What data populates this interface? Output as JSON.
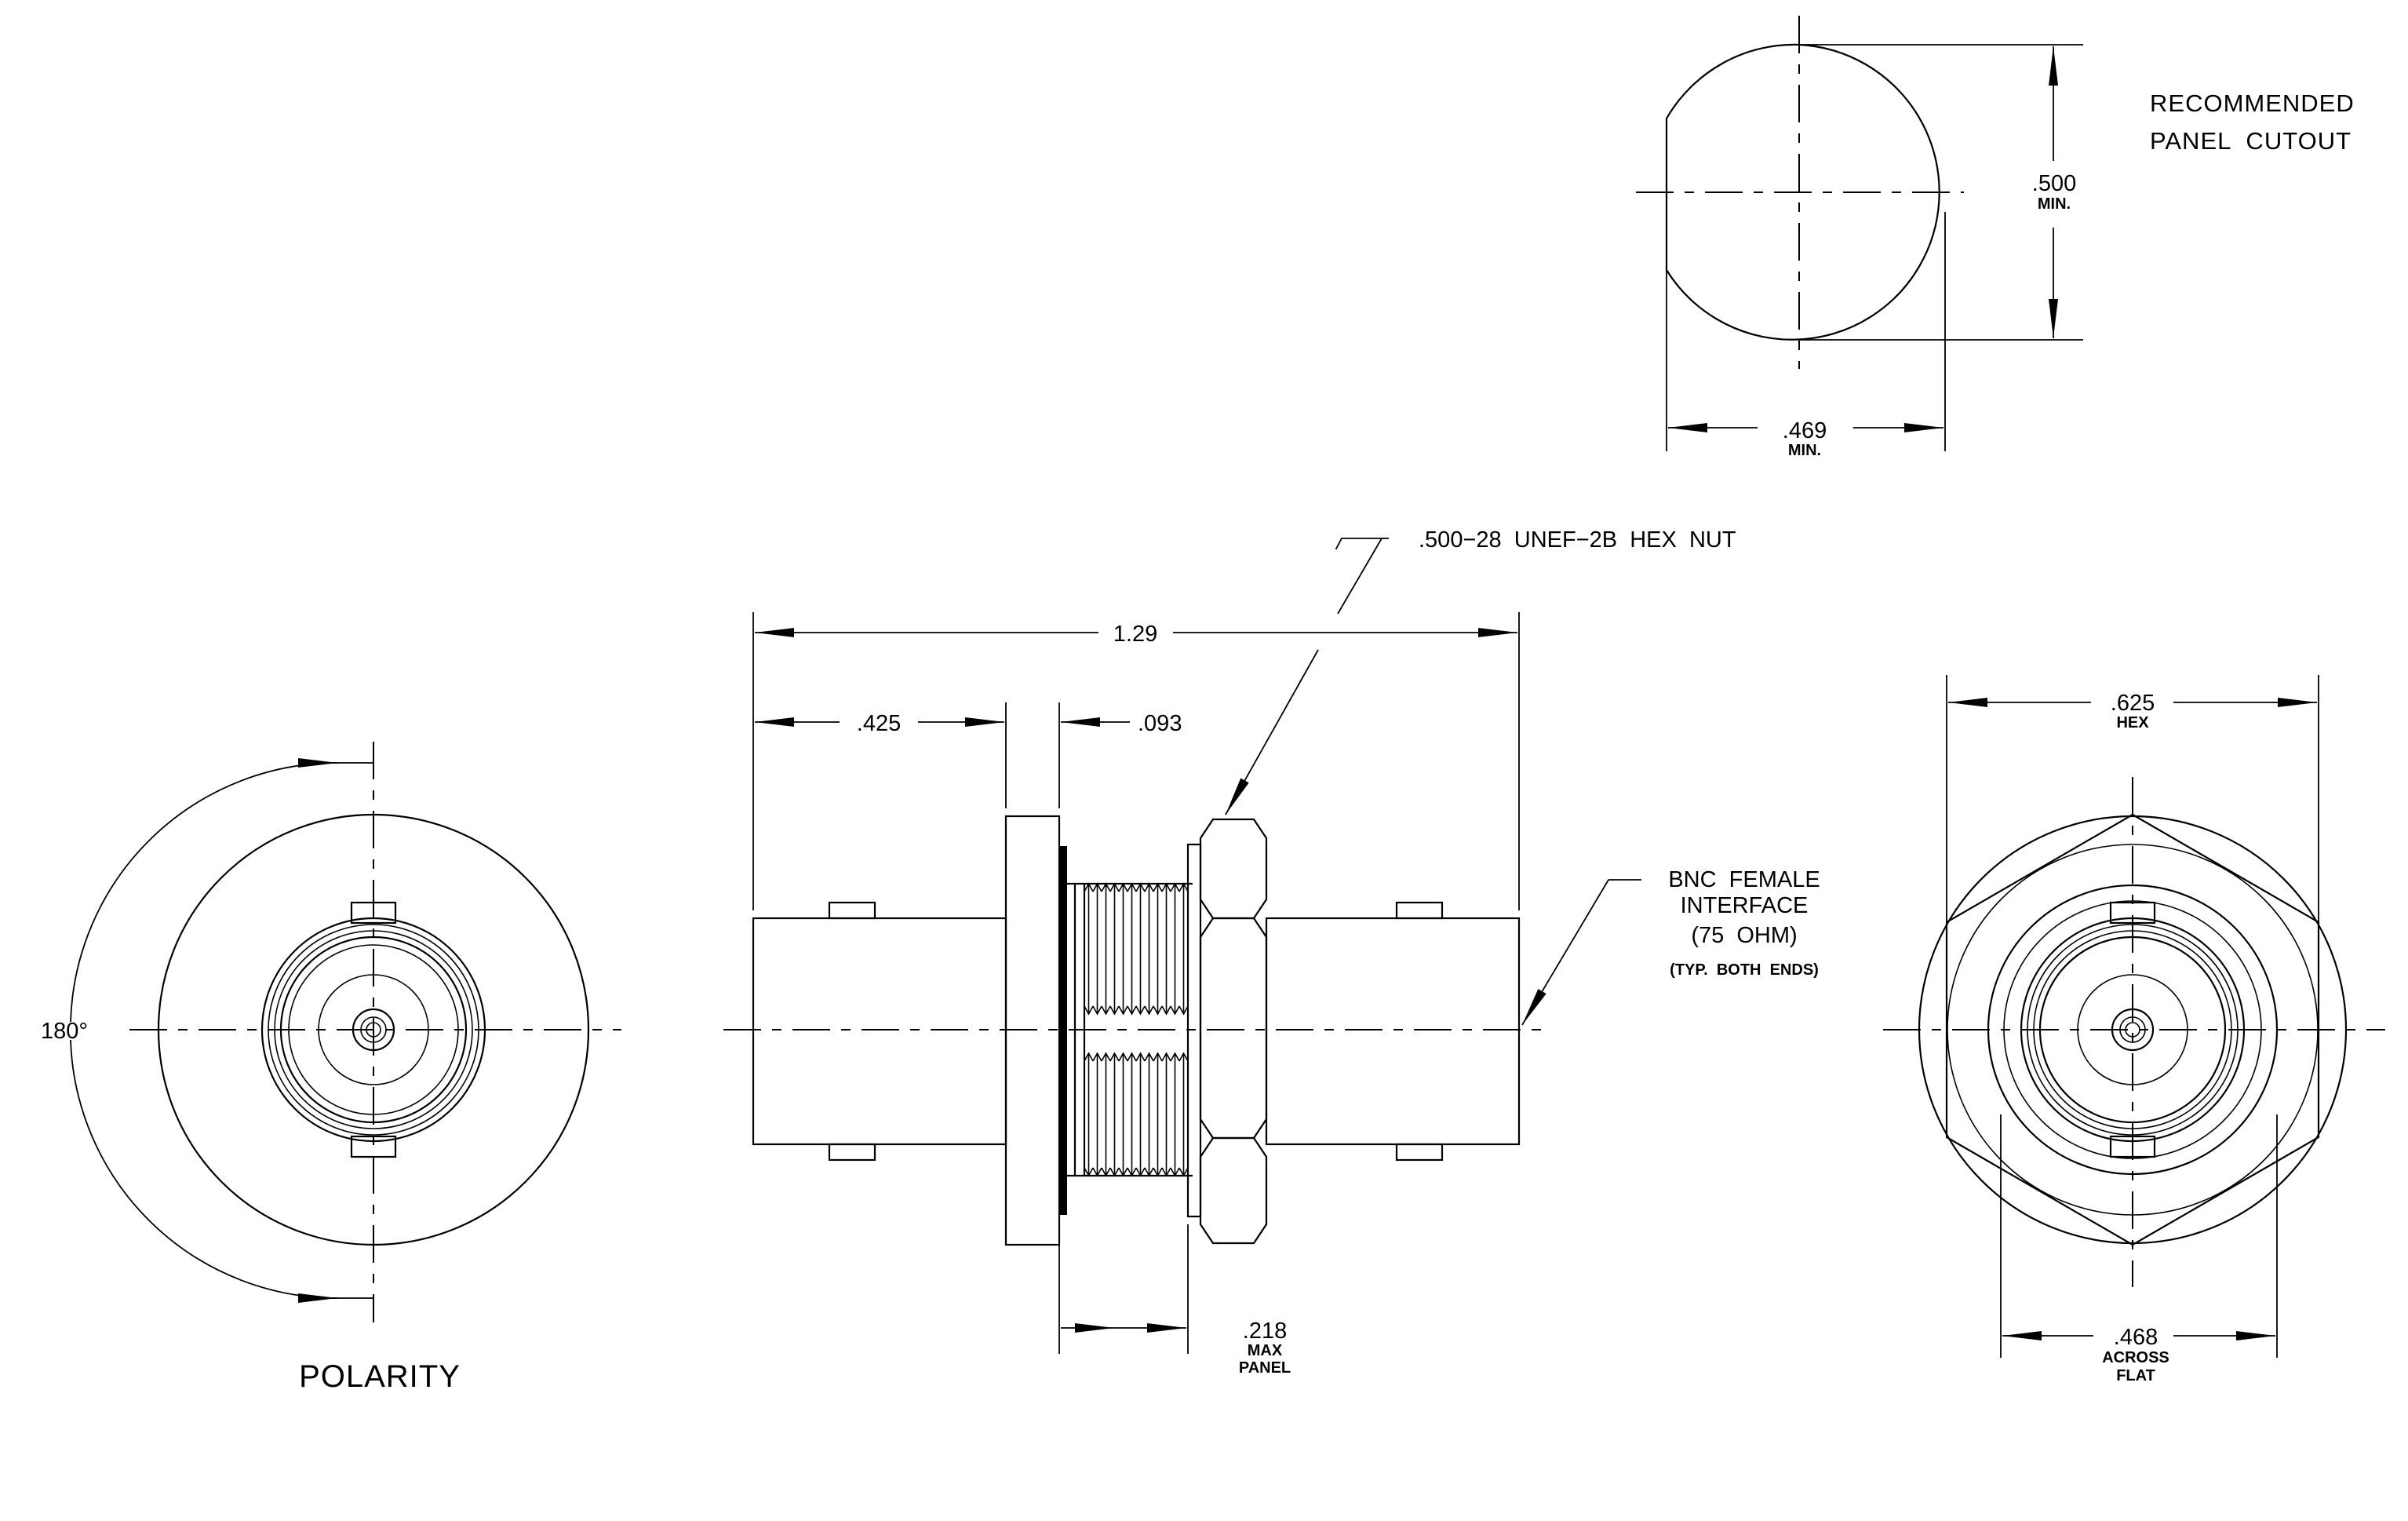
{
  "cutout": {
    "title_line1": "RECOMMENDED",
    "title_line2": "PANEL  CUTOUT",
    "height_value": ".500",
    "height_note": "MIN.",
    "width_value": ".469",
    "width_note": "MIN."
  },
  "side_view": {
    "length_overall": "1.29",
    "length_end": ".425",
    "flange_thickness": ".093",
    "panel_value": ".218",
    "panel_note_1": "MAX",
    "panel_note_2": "PANEL",
    "hex_nut_callout": ".500−28  UNEF−2B  HEX  NUT",
    "interface_line1": "BNC  FEMALE",
    "interface_line2": "INTERFACE",
    "interface_line3": "(75  OHM)",
    "interface_line4": "(TYP.  BOTH  ENDS)"
  },
  "polarity_view": {
    "angle_label": "180°",
    "caption": "POLARITY"
  },
  "end_view": {
    "hex_value": ".625",
    "hex_note": "HEX",
    "flat_value": ".468",
    "flat_note_1": "ACROSS",
    "flat_note_2": "FLAT"
  }
}
